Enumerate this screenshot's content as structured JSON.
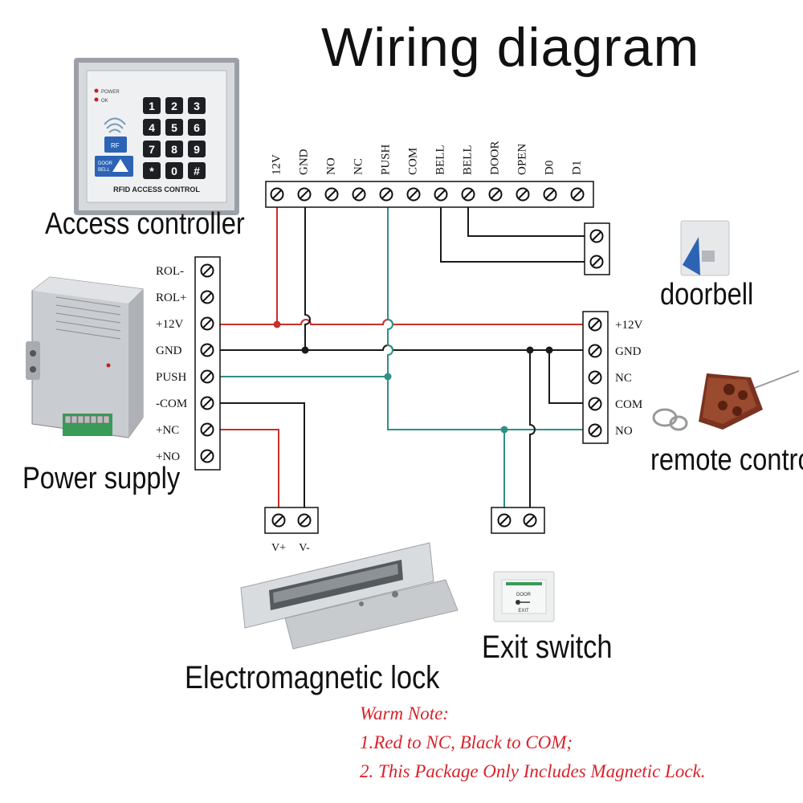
{
  "title": "Wiring diagram",
  "labels": {
    "access_controller": "Access controller",
    "power_supply": "Power supply",
    "doorbell": "doorbell",
    "remote_control": "remote control",
    "electromagnetic_lock": "Electromagnetic lock",
    "exit_switch": "Exit switch"
  },
  "access_controller_terminals": [
    "12V",
    "GND",
    "NO",
    "NC",
    "PUSH",
    "COM",
    "BELL",
    "BELL",
    "DOOR",
    "OPEN",
    "D0",
    "D1"
  ],
  "power_supply_terminals": [
    "ROL-",
    "ROL+",
    "+12V",
    "GND",
    "PUSH",
    "-COM",
    "+NC",
    "+NO"
  ],
  "remote_terminals": [
    "+12V",
    "GND",
    "NC",
    "COM",
    "NO"
  ],
  "lock_terminals": [
    "V+",
    "V-"
  ],
  "keypad": {
    "keys": [
      "1",
      "2",
      "3",
      "4",
      "5",
      "6",
      "7",
      "8",
      "9",
      "*",
      "0",
      "#"
    ],
    "caption": "RFID ACCESS CONTROL",
    "power_led": "POWER",
    "ok_led": "OK",
    "badge": "RF",
    "doorbell_btn_line1": "DOOR",
    "doorbell_btn_line2": "BELL"
  },
  "exit_button": {
    "line1": "DOOR",
    "line2": "EXIT"
  },
  "warm_note": {
    "heading": "Warm Note:",
    "line1": "1.Red to NC, Black to COM;",
    "line2": "2. This Package Only Includes Magnetic Lock."
  },
  "colors": {
    "red_wire": "#c9302c",
    "black_wire": "#1a1a1a",
    "green_wire": "#2f8f86",
    "note": "#d8232a"
  }
}
